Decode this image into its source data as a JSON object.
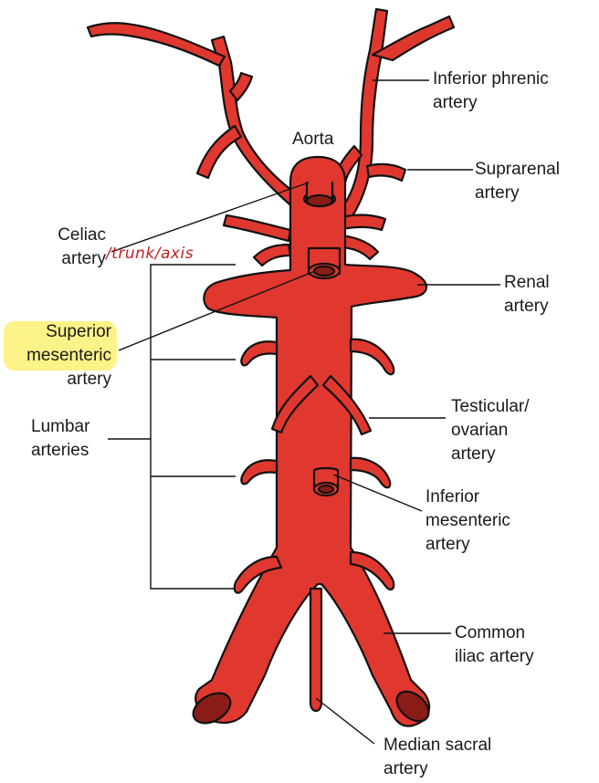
{
  "colors": {
    "artery_fill": "#e0382f",
    "outline": "#111111",
    "lumen": "#8a1c18",
    "highlight": "#fbf27a",
    "annotation": "#c42020"
  },
  "labels": {
    "aorta": [
      "Aorta"
    ],
    "inferior_phrenic": [
      "Inferior phrenic",
      "artery"
    ],
    "suprarenal": [
      "Suprarenal",
      "artery"
    ],
    "celiac": [
      "Celiac",
      "artery"
    ],
    "celiac_annotation": "/trunk/axis",
    "renal": [
      "Renal",
      "artery"
    ],
    "superior_mesenteric": [
      "Superior",
      "mesenteric",
      "artery"
    ],
    "lumbar": [
      "Lumbar",
      "arteries"
    ],
    "testicular": [
      "Testicular/",
      "ovarian",
      "artery"
    ],
    "inferior_mesenteric": [
      "Inferior",
      "mesenteric",
      "artery"
    ],
    "common_iliac": [
      "Common",
      "iliac artery"
    ],
    "median_sacral": [
      "Median sacral",
      "artery"
    ]
  }
}
